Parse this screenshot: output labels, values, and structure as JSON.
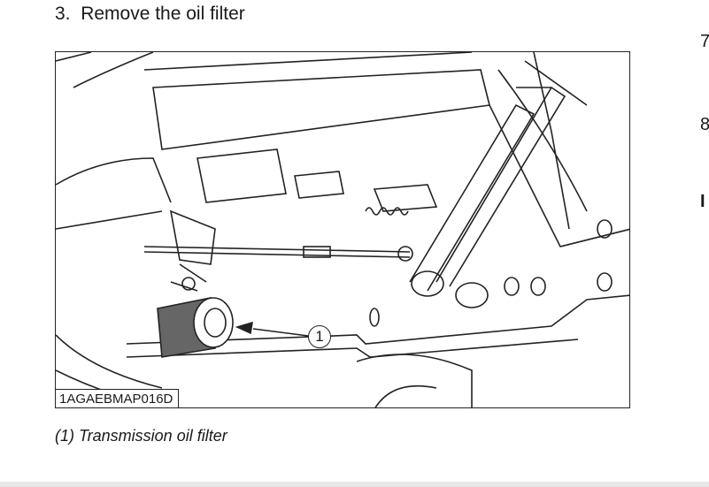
{
  "step": {
    "number": "3.",
    "text": "Remove the oil filter"
  },
  "figure": {
    "code": "1AGAEBMAP016D",
    "callout": "1"
  },
  "caption": "(1) Transmission oil filter",
  "right_column_fragments": [
    "7",
    "8",
    "I"
  ]
}
